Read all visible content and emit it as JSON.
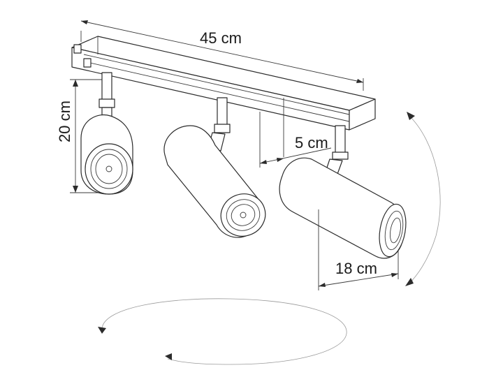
{
  "dimensions": {
    "width": "45 cm",
    "height": "20 cm",
    "spacing": "5 cm",
    "length": "18 cm"
  }
}
